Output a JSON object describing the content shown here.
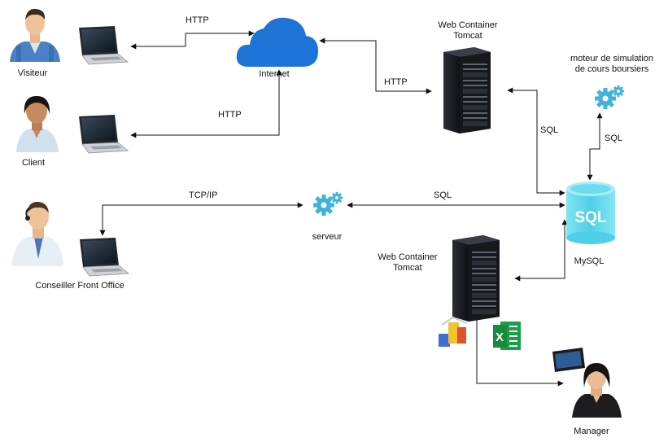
{
  "actors": {
    "visiteur": "Visiteur",
    "client": "Client",
    "conseiller": "Conseiller Front Office",
    "manager": "Manager"
  },
  "nodes": {
    "internet": "Internet",
    "serveur": "serveur",
    "web_container_1": "Web Container",
    "tomcat_1": "Tomcat",
    "web_container_2": "Web Container",
    "tomcat_2": "Tomcat",
    "moteur_line1": "moteur de simulation",
    "moteur_line2": "de cours boursiers",
    "mysql": "MySQL",
    "sql_db_text": "SQL"
  },
  "links": {
    "http_visiteur": "HTTP",
    "http_client": "HTTP",
    "http_tomcat": "HTTP",
    "tcp_ip": "TCP/IP",
    "sql_serveur": "SQL",
    "sql_tomcat": "SQL",
    "sql_moteur": "SQL"
  },
  "colors": {
    "cloud": "#1e73d6",
    "db": "#56d2e8",
    "gear": "#3fb3dc",
    "server": "#1d1f23",
    "excel": "#1f9e4a",
    "line": "#111111"
  }
}
